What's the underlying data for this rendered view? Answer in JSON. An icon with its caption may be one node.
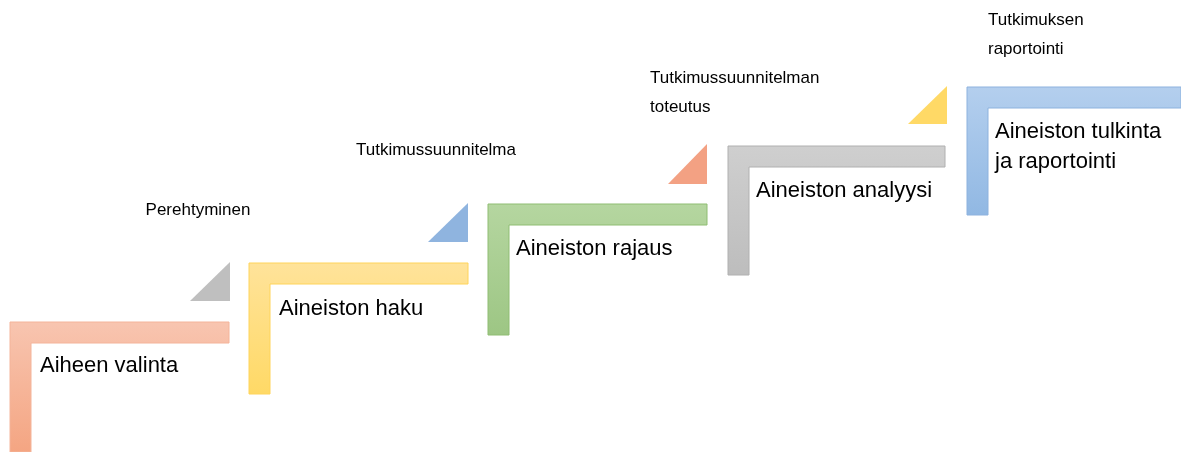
{
  "diagram": {
    "nodes": [
      {
        "text": [
          "Aiheen valinta"
        ]
      },
      {
        "text": [
          "Perehtyminen"
        ]
      },
      {
        "text": [
          "Aineiston haku"
        ]
      },
      {
        "text": [
          "Tutkimussuunnitelma"
        ]
      },
      {
        "text": [
          "Aineiston rajaus"
        ]
      },
      {
        "text": [
          "Tutkimussuunnitelman toteutus"
        ]
      },
      {
        "text": [
          "Aineiston analyysi"
        ]
      },
      {
        "text": [
          "Tutkimuksen raportointi"
        ]
      },
      {
        "text": [
          "Aineiston tulkinta ja raportointi"
        ]
      }
    ]
  }
}
